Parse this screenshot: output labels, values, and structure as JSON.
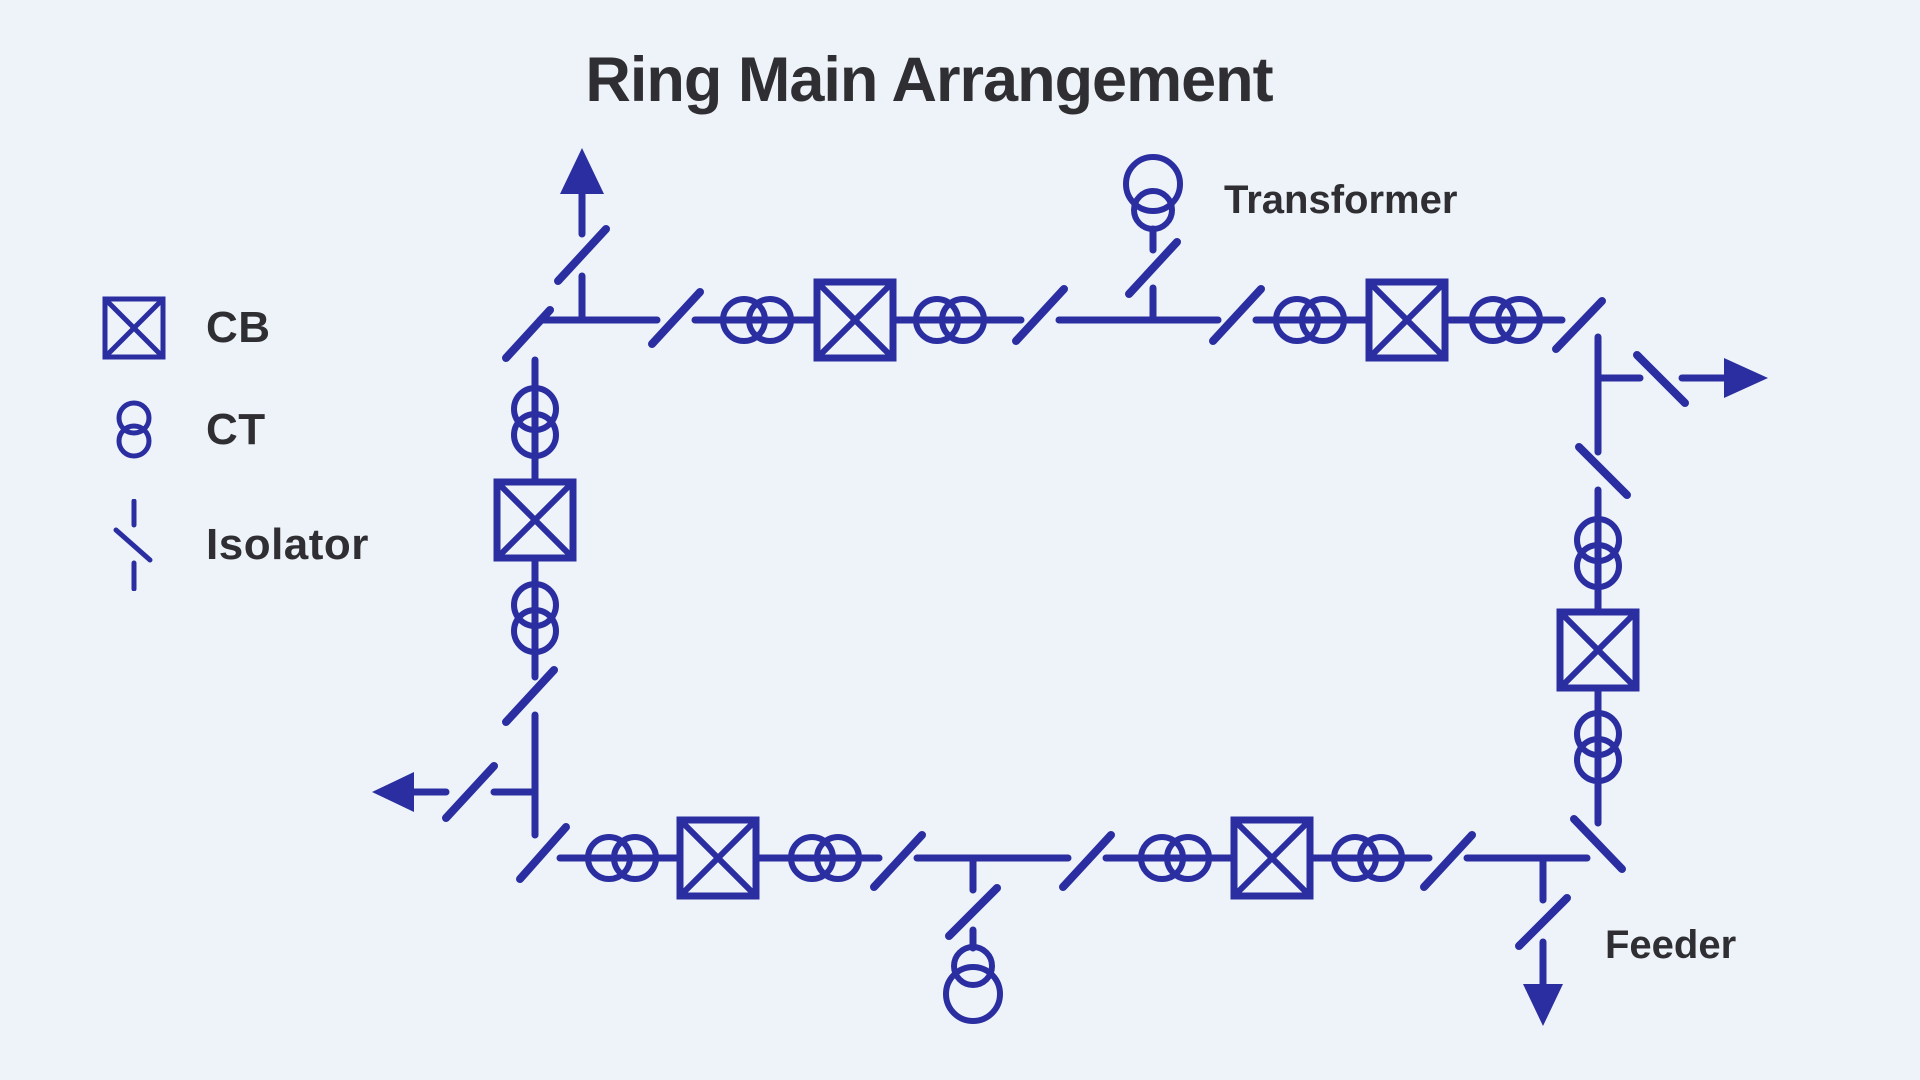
{
  "title": "Ring Main Arrangement",
  "colors": {
    "background": "#EDF3F9",
    "diagram": "#2A2EA0",
    "text": "#2E2E33"
  },
  "legend": {
    "items": [
      {
        "symbol": "cb-icon",
        "label": "CB"
      },
      {
        "symbol": "ct-icon",
        "label": "CT"
      },
      {
        "symbol": "isolator-icon",
        "label": "Isolator"
      }
    ]
  },
  "diagram": {
    "labels": {
      "transformer": "Transformer",
      "feeder": "Feeder"
    },
    "summary": {
      "type": "ring-main single-line schematic",
      "circuit_breakers": 6,
      "current_transformers": 12,
      "isolators": 18,
      "transformers": 2,
      "feeder_arrows": 4
    }
  }
}
